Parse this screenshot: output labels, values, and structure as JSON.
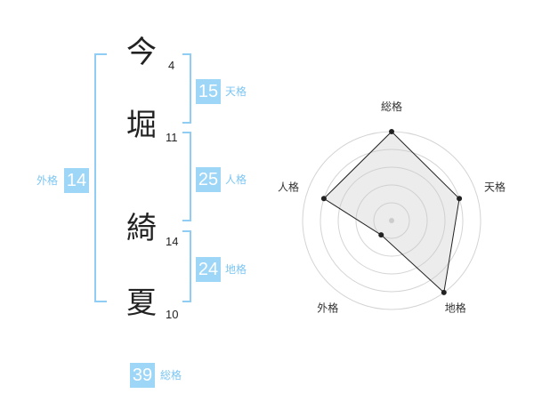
{
  "name": {
    "chars": [
      {
        "char": "今",
        "strokes": "4"
      },
      {
        "char": "堀",
        "strokes": "11"
      },
      {
        "char": "綺",
        "strokes": "14"
      },
      {
        "char": "夏",
        "strokes": "10"
      }
    ]
  },
  "fortunes": {
    "ten": {
      "value": "15",
      "label": "天格"
    },
    "jin": {
      "value": "25",
      "label": "人格"
    },
    "chi": {
      "value": "24",
      "label": "地格"
    },
    "gai": {
      "value": "14",
      "label": "外格"
    },
    "total": {
      "value": "39",
      "label": "総格"
    }
  },
  "colors": {
    "accent": "#9ed6f8",
    "caption": "#7cc6f2",
    "bracket": "#8fcdf4"
  },
  "chart_data": {
    "type": "radar",
    "axes": [
      "総格",
      "天格",
      "地格",
      "外格",
      "人格"
    ],
    "values": [
      5,
      4,
      5,
      1,
      4
    ],
    "rmax": 5,
    "rings": 5,
    "grid": true
  }
}
